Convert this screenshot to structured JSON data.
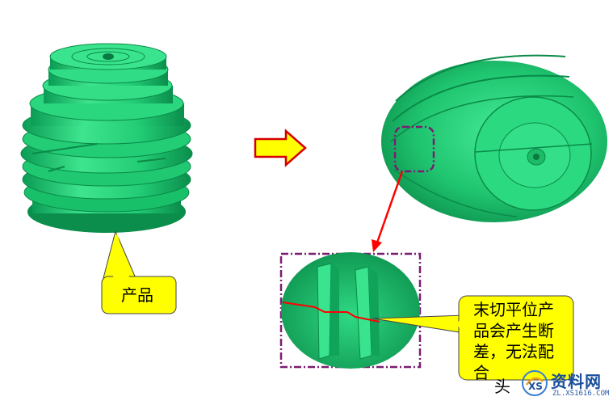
{
  "callout_product": {
    "label": "产品"
  },
  "callout_defect": {
    "lines": [
      "末切平位产",
      "品会产生断",
      "差，无法配",
      "合"
    ]
  },
  "trailing_text": "头",
  "watermark": {
    "brand": "资料网",
    "url": "ZL.XS1616.COM"
  },
  "colors": {
    "part_green": "#22d37a",
    "part_dark": "#0a9a55",
    "callout_fill": "#ffff00",
    "arrow_fill": "#ffff00",
    "arrow_outline": "#d40000",
    "leader_red": "#ff0000",
    "dash_purple": "#7a1d72"
  }
}
